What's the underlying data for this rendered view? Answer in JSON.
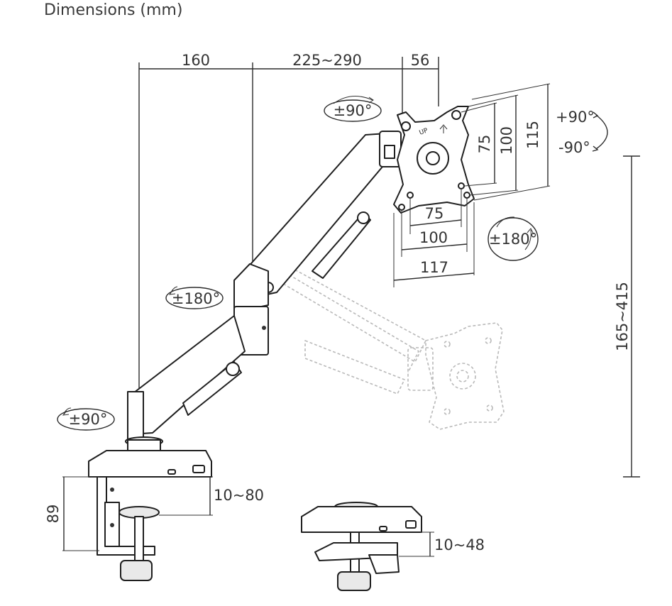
{
  "title": "Dimensions (mm)",
  "dimensions": {
    "arm_segment_1": "160",
    "arm_segment_2": "225~290",
    "head_depth": "56",
    "vesa_75_v": "75",
    "vesa_100_v": "100",
    "plate_height": "115",
    "vesa_75_h": "75",
    "vesa_100_h": "100",
    "plate_width": "117",
    "height_range": "165~415",
    "clamp_height": "89",
    "clamp_range": "10~80",
    "grommet_range": "10~48"
  },
  "rotations": {
    "head_tilt": "±90°",
    "rotate_plus": "+90°",
    "rotate_minus": "-90°",
    "head_swivel": "±180°",
    "elbow_swivel": "±180°",
    "base_swivel": "±90°"
  },
  "plate_label": "UP",
  "icons": [
    "rotation-arrow-icon",
    "up-arrow-icon"
  ]
}
